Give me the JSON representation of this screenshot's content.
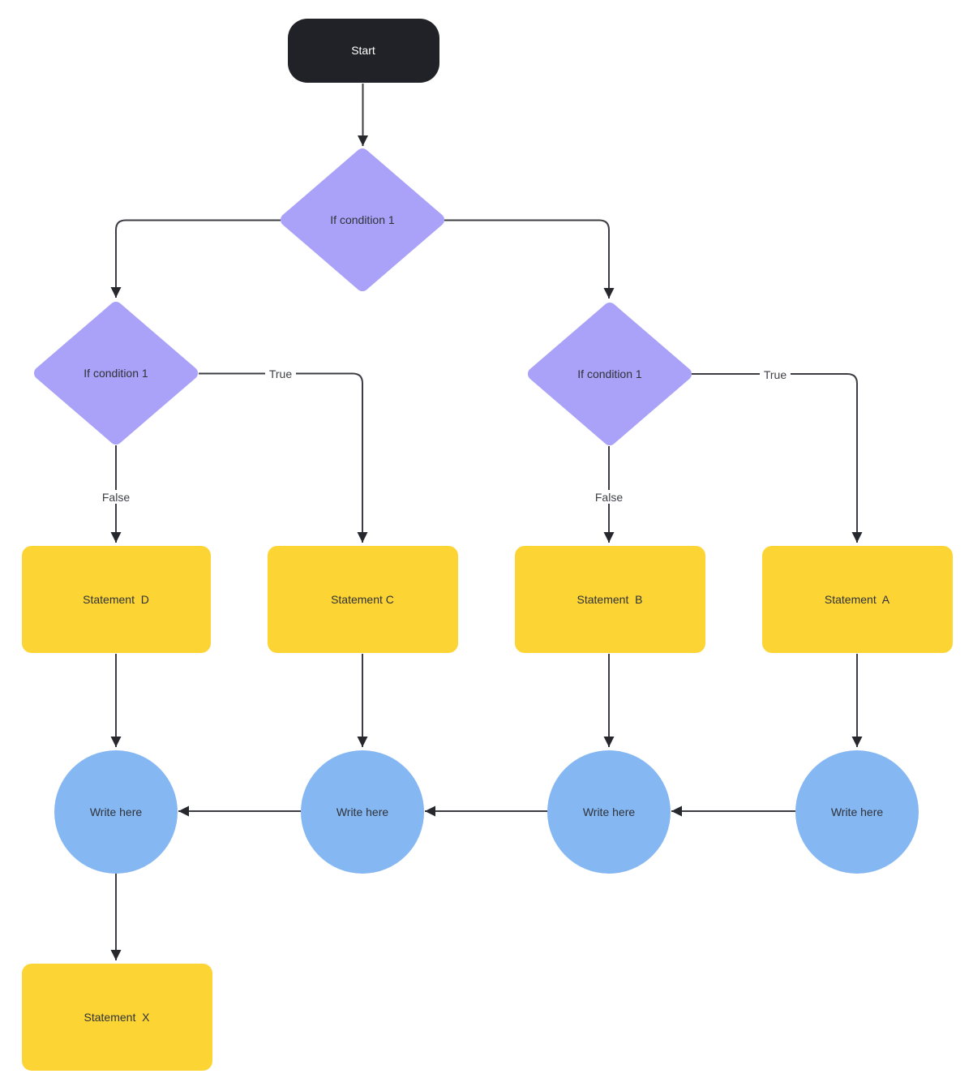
{
  "diagram": {
    "colors": {
      "background": "#ffffff",
      "start_fill": "#212227",
      "start_text": "#ffffff",
      "decision_fill": "#a9a2f8",
      "process_fill": "#fcd434",
      "connector_fill": "#85b7f3",
      "node_text": "#2f3237",
      "edge_line": "#3b3d42",
      "arrowhead": "#26282d",
      "edge_label_text": "#3f4147"
    },
    "nodes": {
      "start": {
        "label": "Start"
      },
      "decision_top": {
        "label": "If condition 1"
      },
      "decision_left": {
        "label": "If condition 1"
      },
      "decision_right": {
        "label": "If condition 1"
      },
      "statement_d": {
        "label": "Statement  D"
      },
      "statement_c": {
        "label": "Statement C"
      },
      "statement_b": {
        "label": "Statement  B"
      },
      "statement_a": {
        "label": "Statement  A"
      },
      "statement_x": {
        "label": "Statement  X"
      },
      "write_here_1": {
        "label": "Write here"
      },
      "write_here_2": {
        "label": "Write here"
      },
      "write_here_3": {
        "label": "Write here"
      },
      "write_here_4": {
        "label": "Write here"
      }
    },
    "edge_labels": {
      "left_true": "True",
      "left_false": "False",
      "right_true": "True",
      "right_false": "False"
    }
  }
}
